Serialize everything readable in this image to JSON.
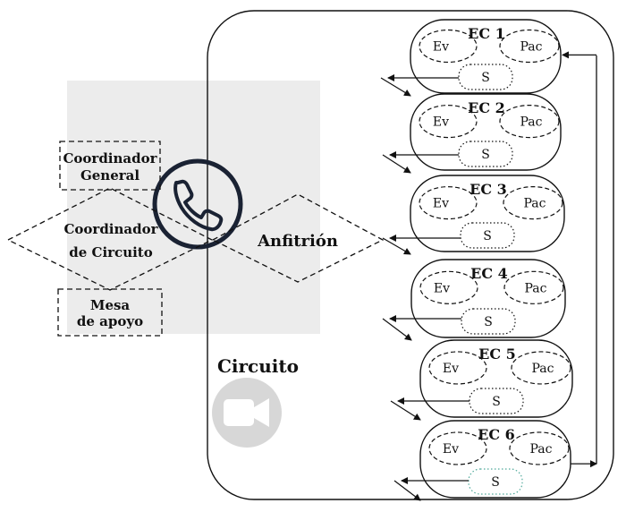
{
  "diagram": {
    "circuit_label": "Circuito",
    "coordinator_general": [
      "Coordinador",
      "General"
    ],
    "coordinator_circuit": [
      "Coordinador",
      "de Circuito"
    ],
    "support_desk": [
      "Mesa",
      "de apoyo"
    ],
    "host": "Anfitrión",
    "icons": [
      "phone-icon",
      "video-camera-icon"
    ],
    "colors": {
      "stroke": "#111111",
      "gray_panel": "#ececec",
      "video_circle": "#d7d7d7",
      "last_s_stroke": "#4fa99a"
    },
    "ec_groups": [
      {
        "title": "EC 1",
        "ev": "Ev",
        "pac": "Pac",
        "s": "S"
      },
      {
        "title": "EC 2",
        "ev": "Ev",
        "pac": "Pac",
        "s": "S"
      },
      {
        "title": "EC 3",
        "ev": "Ev",
        "pac": "Pac",
        "s": "S"
      },
      {
        "title": "EC 4",
        "ev": "Ev",
        "pac": "Pac",
        "s": "S"
      },
      {
        "title": "EC 5",
        "ev": "Ev",
        "pac": "Pac",
        "s": "S"
      },
      {
        "title": "EC 6",
        "ev": "Ev",
        "pac": "Pac",
        "s": "S"
      }
    ]
  }
}
